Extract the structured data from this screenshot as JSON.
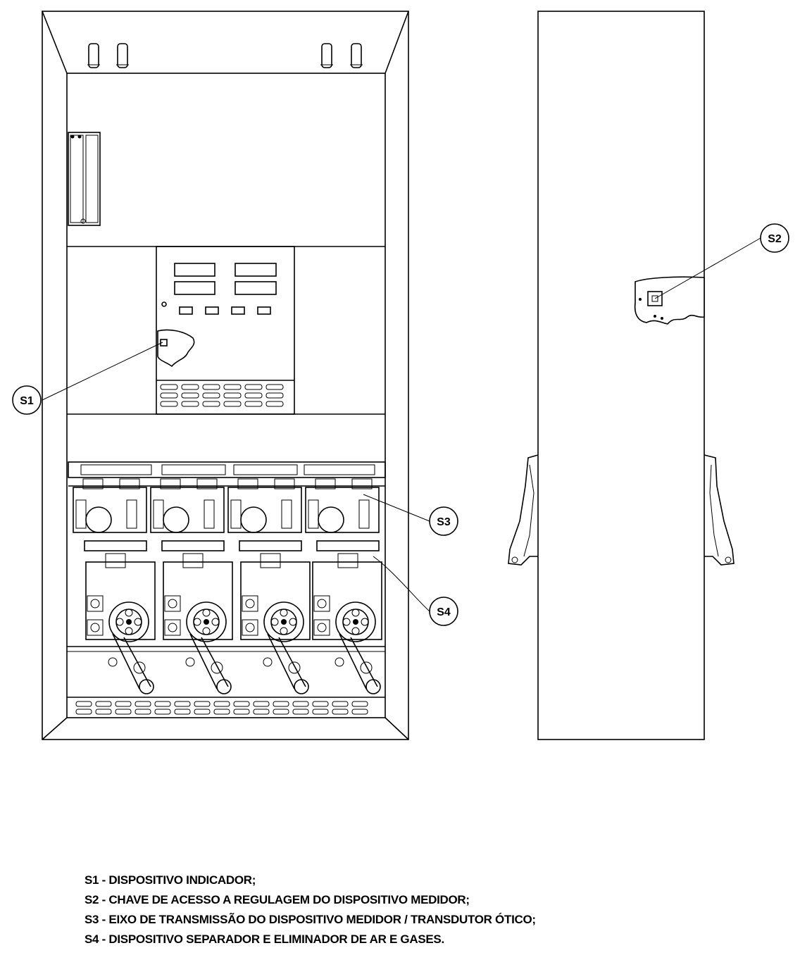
{
  "callouts": {
    "s1": "S1",
    "s2": "S2",
    "s3": "S3",
    "s4": "S4"
  },
  "legend": [
    "S1 - DISPOSITIVO INDICADOR;",
    "S2 - CHAVE DE ACESSO A REGULAGEM DO DISPOSITIVO MEDIDOR;",
    "S3 - EIXO DE TRANSMISSÃO DO DISPOSITIVO MEDIDOR / TRANSDUTOR ÓTICO;",
    "S4 - DISPOSITIVO SEPARADOR E ELIMINADOR DE AR E GASES."
  ]
}
